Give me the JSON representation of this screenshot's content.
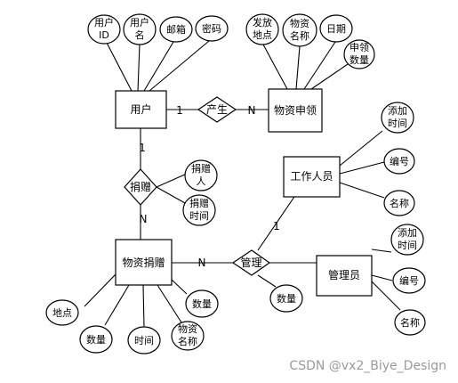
{
  "entities": {
    "user": "用户",
    "material_application": "物资申领",
    "worker": "工作人员",
    "material_donation": "物资捐赠",
    "administrator": "管理员"
  },
  "relationships": {
    "produce": "产生",
    "donate": "捐赠",
    "manage": "管理"
  },
  "attributes": {
    "user_id": [
      "用户",
      "ID"
    ],
    "user_name": [
      "用户",
      "名"
    ],
    "email": [
      "邮箱"
    ],
    "password": [
      "密码"
    ],
    "issue_location": [
      "发放",
      "地点"
    ],
    "material_name_app": [
      "物资",
      "名称"
    ],
    "date": [
      "日期"
    ],
    "apply_quantity": [
      "申领",
      "数量"
    ],
    "donor": [
      "捐赠",
      "人"
    ],
    "donate_time": [
      "捐赠",
      "时间"
    ],
    "worker_add_time": [
      "添加",
      "时间"
    ],
    "worker_number": [
      "编号"
    ],
    "worker_name": [
      "名称"
    ],
    "admin_add_time": [
      "添加",
      "时间"
    ],
    "admin_number": [
      "编号"
    ],
    "admin_name": [
      "名称"
    ],
    "manage_quantity": [
      "数量"
    ],
    "location": [
      "地点"
    ],
    "donation_quantity": [
      "数量"
    ],
    "time": [
      "时间"
    ],
    "material_name_don": [
      "物资",
      "名称"
    ],
    "donation_count": [
      "数量"
    ]
  },
  "cardinalities": {
    "user_produce": "1",
    "produce_app": "N",
    "user_donate": "1",
    "donate_donation": "N",
    "donation_manage": "N",
    "worker_manage": "1"
  },
  "watermark": "CSDN @vx2_Biye_Design"
}
